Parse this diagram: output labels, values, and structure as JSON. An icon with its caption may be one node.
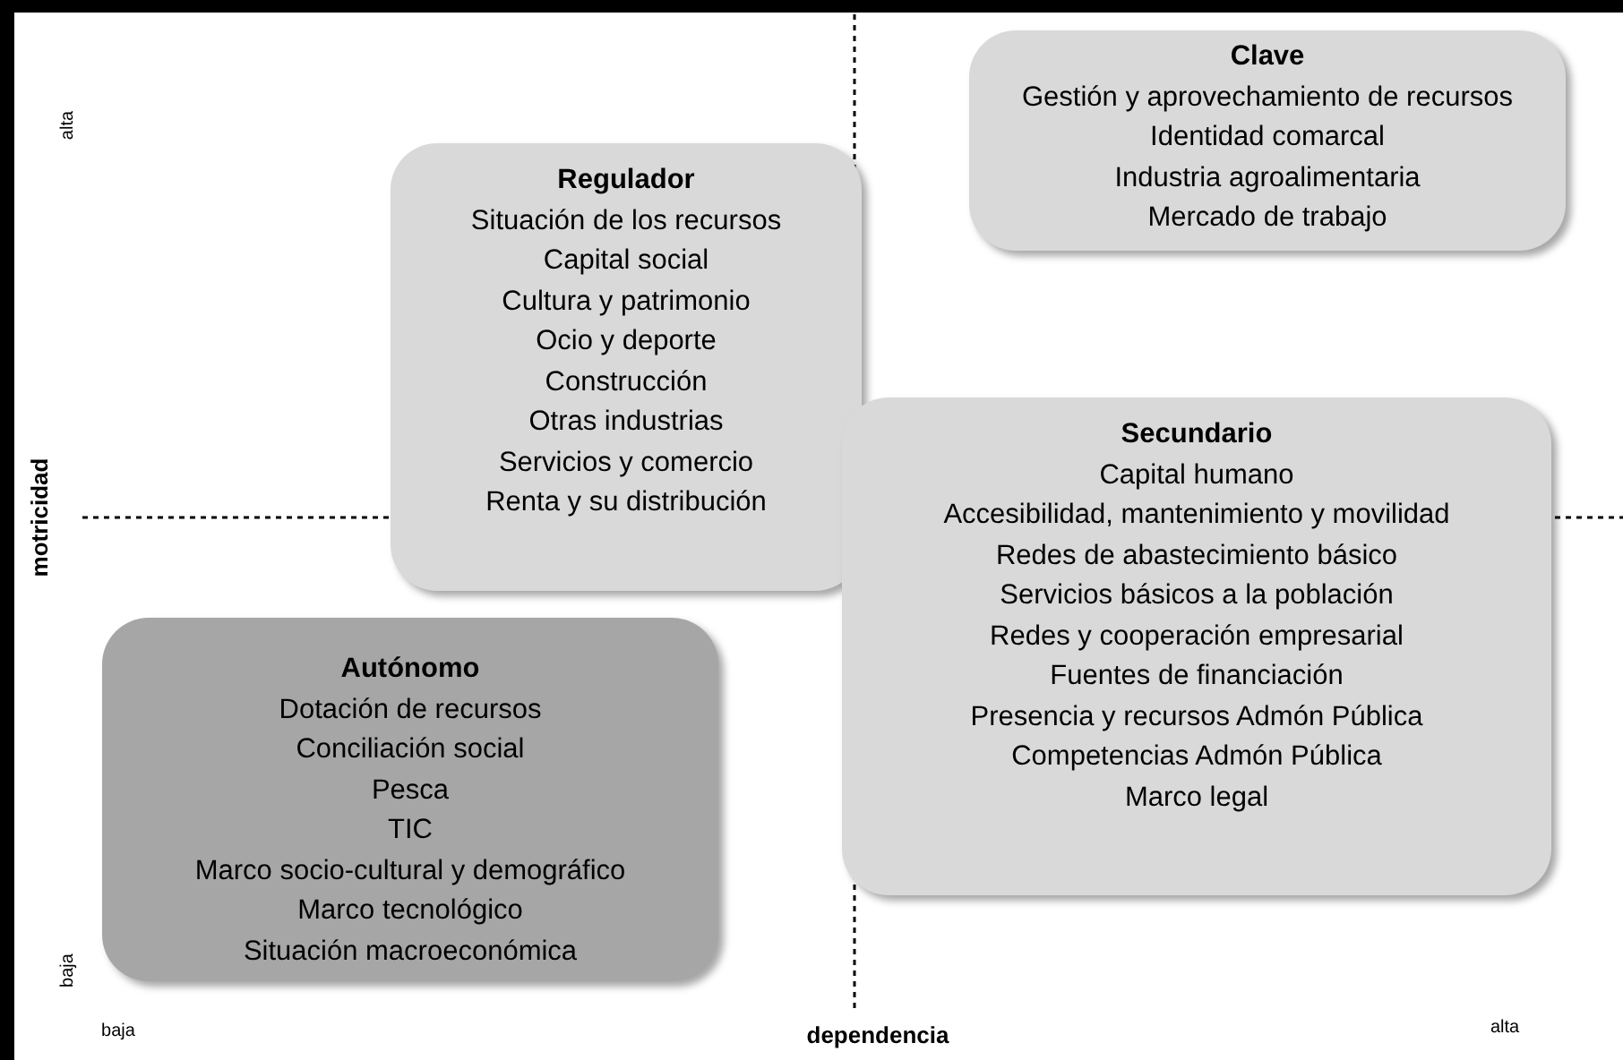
{
  "diagram": {
    "nodes": [
      {
        "text": [
          "Clave",
          "Gestión y aprovechamiento de recursos",
          "Identidad comarcal",
          "Industria agroalimentaria",
          "Mercado de trabajo"
        ]
      },
      {
        "text": [
          "Regulador",
          "Situación de los recursos",
          "Capital social",
          "Cultura y patrimonio",
          "Ocio y deporte",
          "Construcción",
          "Otras industrias",
          "Servicios y comercio",
          "Renta y su distribución"
        ]
      },
      {
        "text": [
          "Secundario",
          "Capital humano",
          "Accesibilidad, mantenimiento y movilidad",
          "Redes de abastecimiento básico",
          "Servicios básicos a la población",
          "Redes y cooperación empresarial",
          "Fuentes de financiación",
          "Presencia y recursos Admón Pública",
          "Competencias Admón Pública",
          "Marco legal"
        ]
      },
      {
        "text": [
          "Autónomo",
          "Dotación de recursos",
          "Conciliación social",
          "Pesca",
          "TIC",
          "Marco socio-cultural y demográfico",
          "Marco tecnológico",
          "Situación macroeconómica"
        ]
      }
    ],
    "edges": [],
    "labels": [
      "alta",
      "motricidad",
      "baja",
      "baja",
      "dependencia",
      "alta"
    ]
  }
}
